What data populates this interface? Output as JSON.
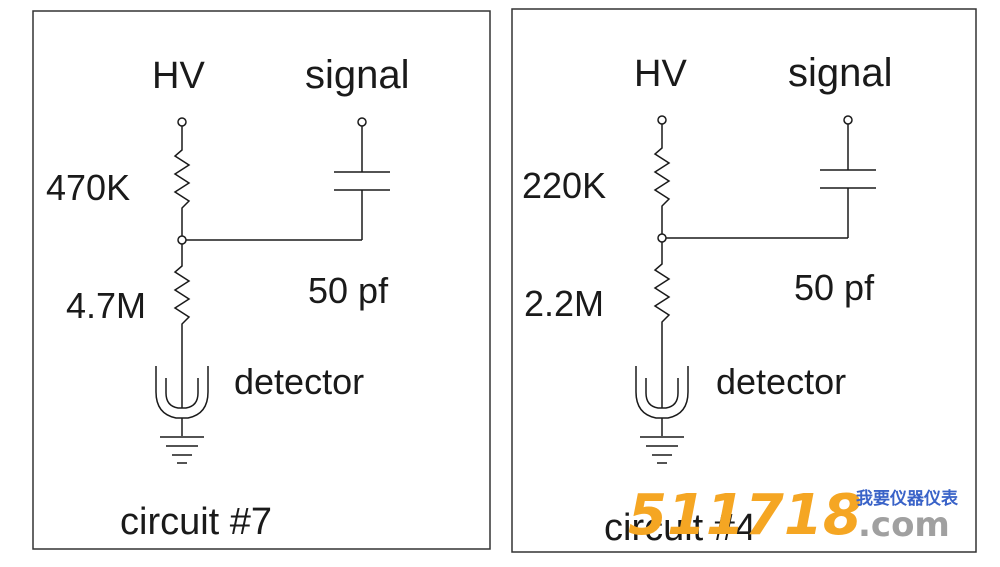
{
  "panels": [
    {
      "hv_label": "HV",
      "signal_label": "signal",
      "resistor_top_label": "470K",
      "resistor_bottom_label": "4.7M",
      "capacitor_label": "50 pf",
      "detector_label": "detector",
      "circuit_label": "circuit #7"
    },
    {
      "hv_label": "HV",
      "signal_label": "signal",
      "resistor_top_label": "220K",
      "resistor_bottom_label": "2.2M",
      "capacitor_label": "50 pf",
      "detector_label": "detector",
      "circuit_label": "circuit #4"
    }
  ],
  "watermark": {
    "digits": "511718",
    "dot_com": ".com",
    "cn_text": "我要仪器仪表"
  },
  "colors": {
    "line": "#1a1a1a",
    "frame": "#333333",
    "watermark_orange": "#f5a623",
    "watermark_blue": "#3a63c8",
    "watermark_gray": "#a0a0a0"
  }
}
